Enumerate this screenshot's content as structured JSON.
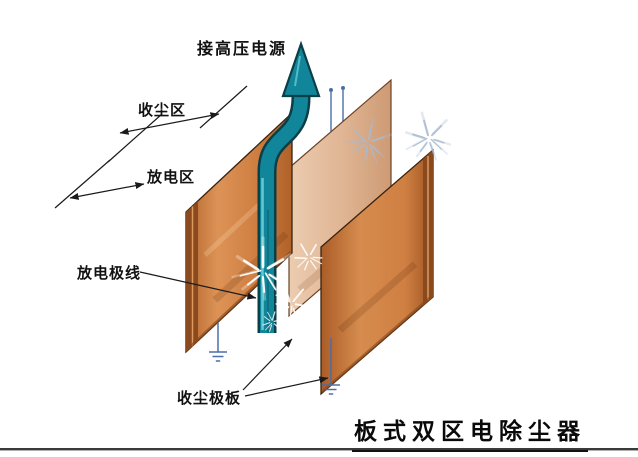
{
  "diagram": {
    "caption": "板式双区电除尘器",
    "labels": {
      "power_supply": "接高压电源",
      "collection_zone": "收尘区",
      "discharge_zone": "放电区",
      "discharge_wire": "放电极线",
      "collection_plate": "收尘极板"
    },
    "colors": {
      "plate_orange": "#cd7f42",
      "plate_light": "#e0b492",
      "arrow_teal": "#11869a",
      "arrow_outline": "#0b3f47",
      "wire_blue": "#4a6fa8",
      "line_black": "#1a1a1a"
    }
  }
}
